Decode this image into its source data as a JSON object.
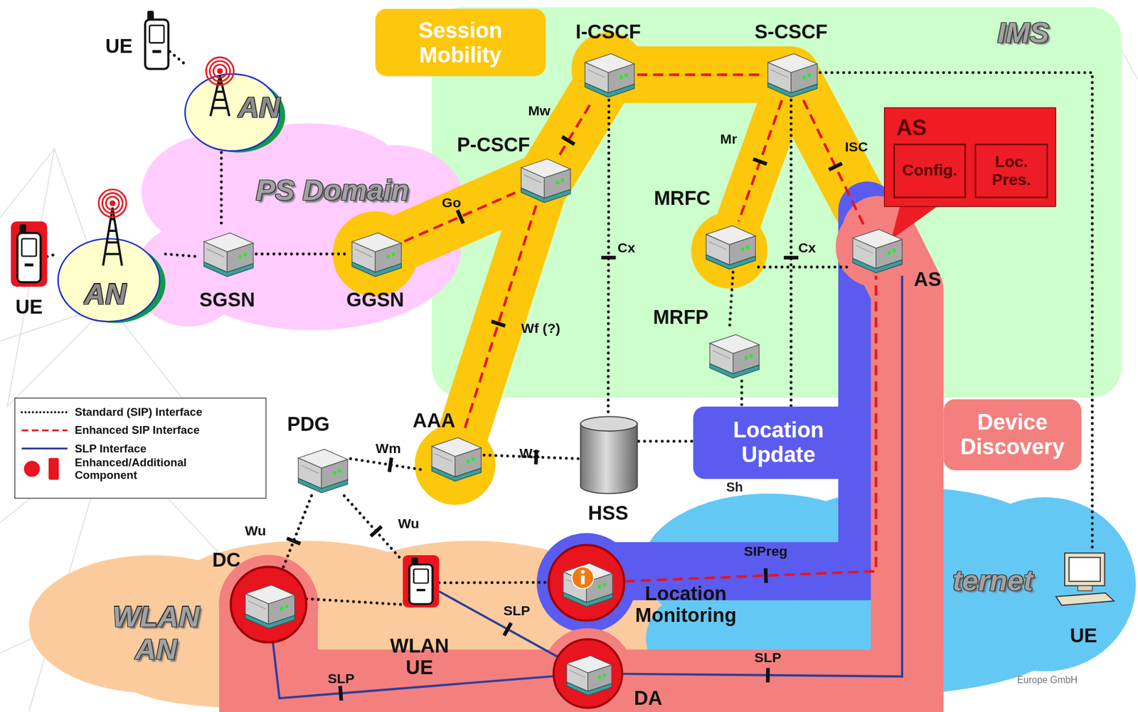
{
  "diagram": {
    "nodes": [
      {
        "text": [
          "IMS"
        ]
      },
      {
        "text": [
          "Session Mobility"
        ]
      },
      {
        "text": [
          "I-CSCF"
        ],
        "in": 0
      },
      {
        "text": [
          "S-CSCF"
        ],
        "in": 0
      },
      {
        "text": [
          "P-CSCF"
        ],
        "in": 0
      },
      {
        "text": [
          "MRFC"
        ],
        "in": 0
      },
      {
        "text": [
          "MRFP"
        ],
        "in": 0
      },
      {
        "text": [
          "AS"
        ],
        "in": 0
      },
      {
        "text": [
          "Config."
        ],
        "in": 7
      },
      {
        "text": [
          "Loc. Pres."
        ],
        "in": 7
      },
      {
        "text": [
          "AS"
        ],
        "in": 0
      },
      {
        "text": [
          "PS Domain"
        ]
      },
      {
        "text": [
          "SGSN"
        ],
        "in": 11
      },
      {
        "text": [
          "GGSN"
        ],
        "in": 11
      },
      {
        "text": [
          "UE"
        ]
      },
      {
        "text": [
          "AN"
        ]
      },
      {
        "text": [
          "UE"
        ]
      },
      {
        "text": [
          "AN"
        ]
      },
      {
        "text": [
          "PDG"
        ]
      },
      {
        "text": [
          "AAA"
        ]
      },
      {
        "text": [
          "HSS"
        ]
      },
      {
        "text": [
          "Location Update"
        ]
      },
      {
        "text": [
          "Device Discovery"
        ]
      },
      {
        "text": [
          "WLAN AN"
        ]
      },
      {
        "text": [
          "DC"
        ],
        "in": 23
      },
      {
        "text": [
          "WLAN UE"
        ],
        "in": 23
      },
      {
        "text": [
          "Location Monitoring"
        ]
      },
      {
        "text": [
          "DA"
        ]
      },
      {
        "text": [
          "ternet"
        ]
      },
      {
        "text": [
          "UE"
        ],
        "in": 28
      }
    ],
    "edges": [
      {
        "from": 14,
        "to": 15,
        "arrow": "none"
      },
      {
        "from": 15,
        "to": 12,
        "arrow": "none"
      },
      {
        "from": 16,
        "to": 17,
        "arrow": "none"
      },
      {
        "from": 17,
        "to": 12,
        "arrow": "none"
      },
      {
        "from": 12,
        "to": 13,
        "arrow": "none"
      },
      {
        "from": 13,
        "to": 4,
        "label": "Go",
        "arrow": "none"
      },
      {
        "from": 4,
        "to": 2,
        "label": "Mw",
        "arrow": "none"
      },
      {
        "from": 2,
        "to": 3,
        "arrow": "none"
      },
      {
        "from": 3,
        "to": 5,
        "label": "Mr",
        "arrow": "none"
      },
      {
        "from": 3,
        "to": 10,
        "label": "ISC",
        "arrow": "none"
      },
      {
        "from": 4,
        "to": 19,
        "label": "Wf (?)",
        "arrow": "none"
      },
      {
        "from": 2,
        "to": 20,
        "label": "Cx",
        "arrow": "none"
      },
      {
        "from": 3,
        "to": 21,
        "label": "Cx",
        "arrow": "none"
      },
      {
        "from": 5,
        "to": 10,
        "arrow": "none"
      },
      {
        "from": 5,
        "to": 6,
        "arrow": "none"
      },
      {
        "from": 6,
        "to": 21,
        "arrow": "none"
      },
      {
        "from": 20,
        "to": 21,
        "arrow": "none"
      },
      {
        "from": 3,
        "to": 29,
        "arrow": "none"
      },
      {
        "from": 18,
        "to": 19,
        "label": "Wm",
        "arrow": "none"
      },
      {
        "from": 19,
        "to": 20,
        "label": "Wx",
        "arrow": "none"
      },
      {
        "from": 18,
        "to": 24,
        "label": "Wu",
        "arrow": "none"
      },
      {
        "from": 18,
        "to": 25,
        "label": "Wu",
        "arrow": "none"
      },
      {
        "from": 24,
        "to": 25,
        "arrow": "none"
      },
      {
        "from": 25,
        "to": 26,
        "arrow": "none"
      },
      {
        "from": 25,
        "to": 27,
        "label": "SLP",
        "arrow": "none"
      },
      {
        "from": 24,
        "to": 27,
        "label": "SLP",
        "arrow": "none"
      },
      {
        "from": 27,
        "to": 10,
        "label": "SLP",
        "arrow": "none"
      },
      {
        "from": 26,
        "to": 10,
        "label": "SIPreg",
        "arrow": "none"
      }
    ],
    "labels": [
      "Sh",
      "Europe GmbH"
    ],
    "legend": [
      {
        "text": "Standard (SIP) Interface"
      },
      {
        "text": "Enhanced SIP Interface"
      },
      {
        "text": "SLP Interface"
      },
      {
        "text": "Enhanced/Additional Component",
        "color": "#e8141e"
      }
    ]
  }
}
